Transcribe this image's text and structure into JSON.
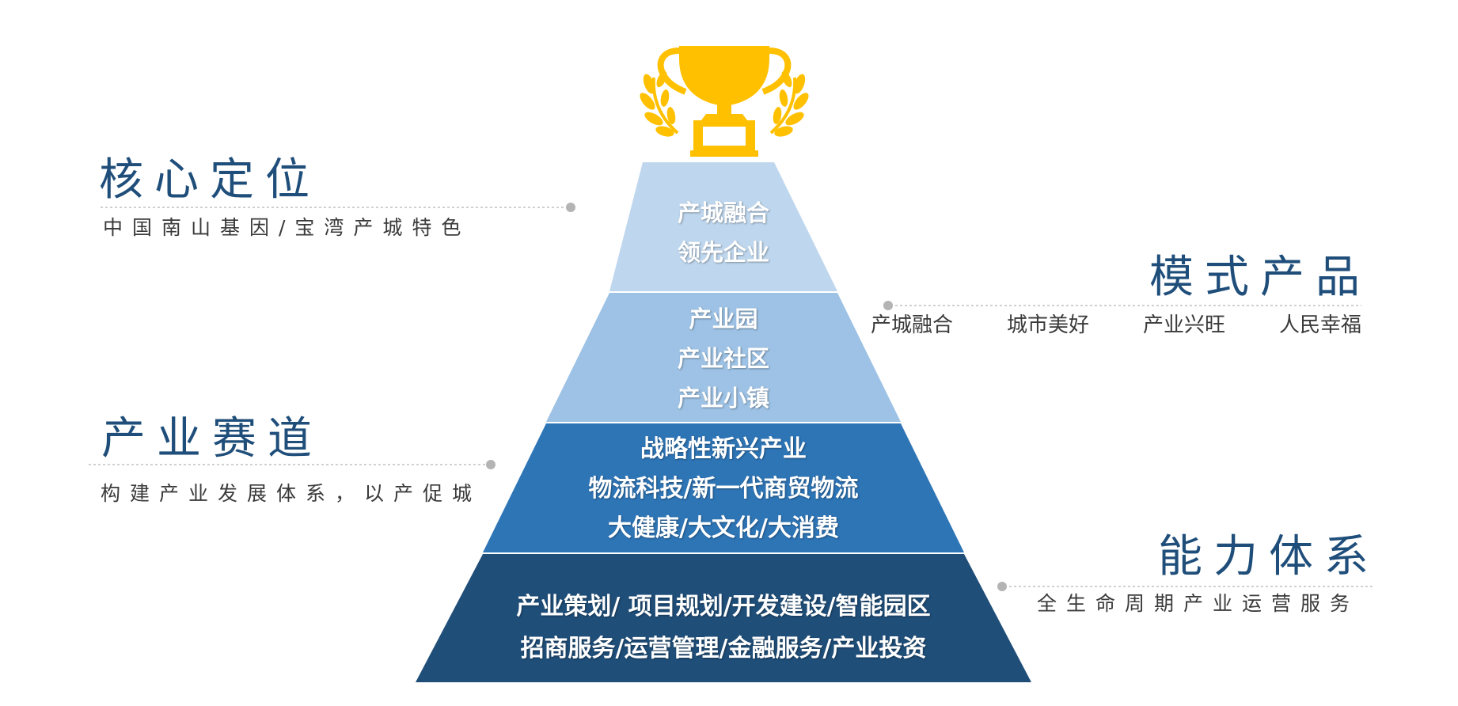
{
  "colors": {
    "tier1": "#bfd7ee",
    "tier2": "#9dc2e5",
    "tier3": "#2e75b6",
    "tier4": "#1f4e79",
    "trophy": "#ffc000",
    "heading": "#1f4e7a",
    "connector": "#b4b4b4"
  },
  "trophy": {
    "icon": "trophy-with-laurel-icon"
  },
  "left_panels": [
    {
      "title": "核心定位",
      "subtitle": "中国南山基因/宝湾产城特色"
    },
    {
      "title": "产业赛道",
      "subtitle": "构建产业发展体系，以产促城"
    }
  ],
  "right_panels": [
    {
      "title": "模式产品",
      "items": [
        "产城融合",
        "城市美好",
        "产业兴旺",
        "人民幸福"
      ]
    },
    {
      "title": "能力体系",
      "subtitle": "全生命周期产业运营服务"
    }
  ],
  "pyramid": [
    {
      "lines": [
        "产城融合",
        "领先企业"
      ]
    },
    {
      "lines": [
        "产业园",
        "产业社区",
        "产业小镇"
      ]
    },
    {
      "lines": [
        "战略性新兴产业",
        "物流科技/新一代商贸物流",
        "大健康/大文化/大消费"
      ]
    },
    {
      "lines": [
        "产业策划/ 项目规划/开发建设/智能园区",
        "招商服务/运营管理/金融服务/产业投资"
      ]
    }
  ]
}
